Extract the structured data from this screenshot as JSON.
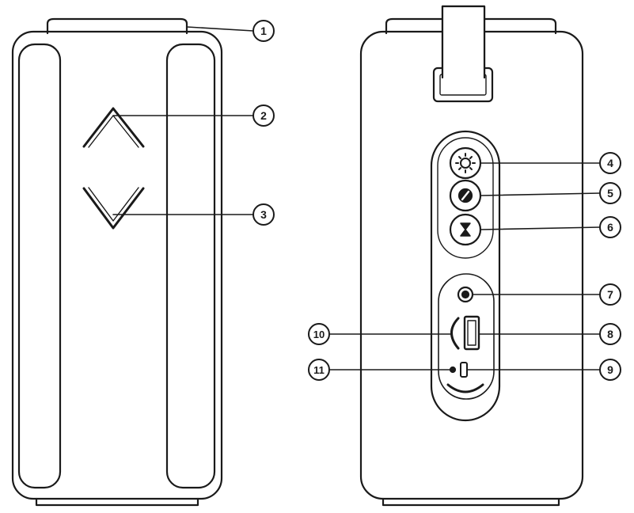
{
  "colors": {
    "line": "#1a1a1a",
    "background": "#ffffff"
  },
  "callouts": [
    {
      "num": "1"
    },
    {
      "num": "2"
    },
    {
      "num": "3"
    },
    {
      "num": "4"
    },
    {
      "num": "5"
    },
    {
      "num": "6"
    },
    {
      "num": "7"
    },
    {
      "num": "8"
    },
    {
      "num": "9"
    },
    {
      "num": "10"
    },
    {
      "num": "11"
    }
  ],
  "icons": {
    "button_4": "light-sun-icon",
    "button_5": "mode-slash-icon",
    "button_6": "timer-hourglass-icon",
    "button_2": "volume-up-chevron-icon",
    "button_3": "volume-down-chevron-icon",
    "port_7": "aux-jack-icon",
    "port_8": "usb-a-port-icon",
    "port_9": "micro-usb-port-icon",
    "port_10": "microsd-slot-icon",
    "port_11": "charge-led-icon"
  }
}
